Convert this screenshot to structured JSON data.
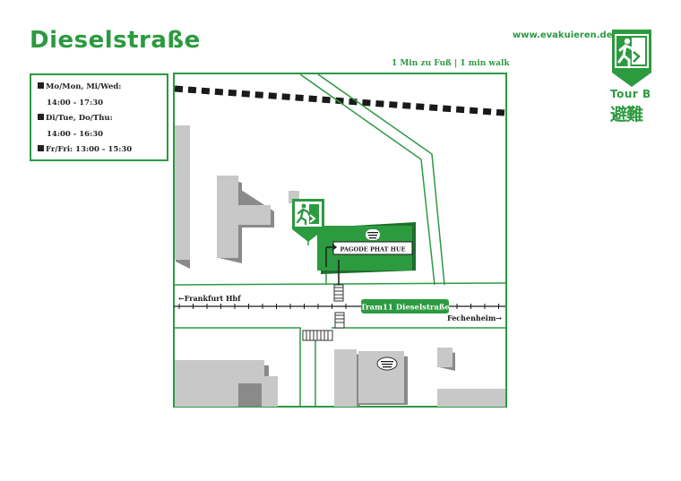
{
  "header": {
    "title": "Dieselstraße",
    "website": "www.evakuieren.de",
    "walk_time": "1 Min zu Fuß | 1 min walk"
  },
  "opening_hours": [
    {
      "line": "Mo/Mon, Mi/Wed:",
      "bullet": true
    },
    {
      "line": "14:00 - 17:30",
      "bullet": false
    },
    {
      "line": "Di/Tue, Do/Thu:",
      "bullet": true
    },
    {
      "line": "14:00 - 16:30",
      "bullet": false
    },
    {
      "line": "Fr/Fri: 13:00 - 15:30",
      "bullet": true
    }
  ],
  "logo": {
    "tour_label": "Tour B",
    "kanji": "避難",
    "icon": "emergency-exit-running-person-icon"
  },
  "map": {
    "destination_label": "PAGODE PHAT HUE",
    "tram_stop_label": "Tram11 Dieselstraße",
    "direction_left": "←Frankfurt Hbf",
    "direction_right": "Fechenheim→",
    "destination_icon": "pagoda-icon",
    "start_icon": "emergency-exit-icon",
    "poi_icon": "pagoda-icon"
  },
  "colors": {
    "accent": "#2c9a3f",
    "building": "#c8c8c8",
    "building_shadow": "#8a8a8a"
  }
}
